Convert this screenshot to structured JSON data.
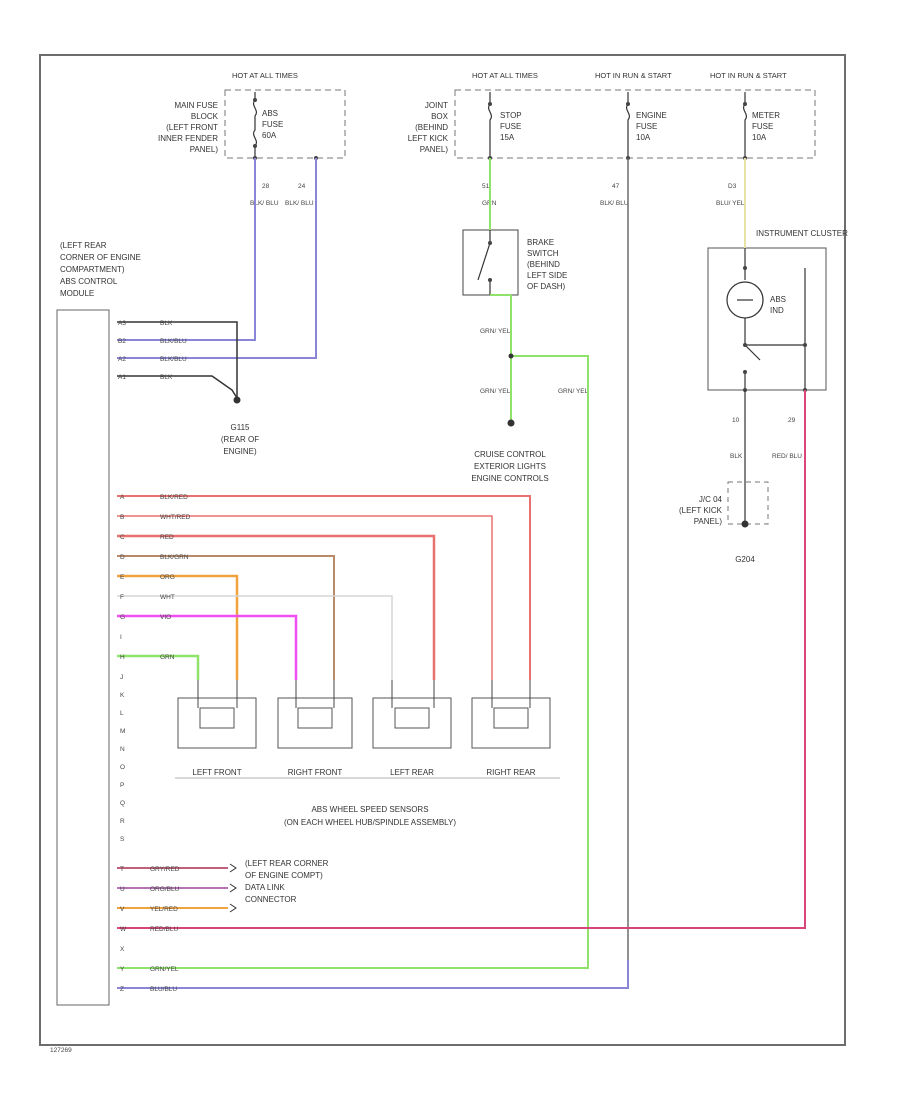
{
  "diagram": {
    "id": "127269",
    "hot_left": "HOT AT ALL TIMES",
    "hot_mid": "HOT AT ALL TIMES",
    "hot_run1": "HOT IN RUN & START",
    "hot_run2": "HOT IN RUN & START",
    "main_fuse_block": [
      "MAIN FUSE",
      "BLOCK",
      "(LEFT FRONT",
      "INNER FENDER",
      "PANEL)"
    ],
    "abs_fuse": [
      "ABS",
      "FUSE",
      "60A"
    ],
    "joint_box": [
      "JOINT",
      "BOX",
      "(BEHIND",
      "LEFT KICK",
      "PANEL)"
    ],
    "stop_fuse": [
      "STOP",
      "FUSE",
      "15A"
    ],
    "engine_fuse": [
      "ENGINE",
      "FUSE",
      "10A"
    ],
    "meter_fuse": [
      "METER",
      "FUSE",
      "10A"
    ],
    "wire_28": "28",
    "wire_24": "24",
    "wire_51": "51",
    "wire_47": "47",
    "wire_D3": "D3",
    "blk_blu": "BLK/ BLU",
    "grn": "GRN",
    "blu_yel": "BLU/ YEL",
    "brake_switch": [
      "BRAKE",
      "SWITCH",
      "(BEHIND",
      "LEFT SIDE",
      "OF DASH)"
    ],
    "grn_yel": "GRN/ YEL",
    "instrument_cluster": "INSTRUMENT CLUSTER",
    "abs_ind": [
      "ABS",
      "IND"
    ],
    "abs_module": [
      "(LEFT REAR",
      "CORNER OF ENGINE",
      "COMPARTMENT)",
      "ABS CONTROL",
      "MODULE"
    ],
    "ground_g115": [
      "G115",
      "(REAR OF",
      "ENGINE)"
    ],
    "cruise": [
      "CRUISE CONTROL",
      "EXTERIOR LIGHTS",
      "ENGINE CONTROLS"
    ],
    "wire_10": "10",
    "wire_29": "29",
    "blk": "BLK",
    "red_blu": "RED/ BLU",
    "ground_g204": [
      "J/C 04",
      "(LEFT KICK",
      "PANEL)"
    ],
    "g204": "G204",
    "sensor_labels": [
      "LEFT FRONT",
      "RIGHT FRONT",
      "LEFT REAR",
      "RIGHT REAR"
    ],
    "sensor_caption": [
      "ABS WHEEL SPEED SENSORS",
      "(ON EACH WHEEL HUB/SPINDLE ASSEMBLY)"
    ],
    "dlc": [
      "(LEFT REAR CORNER",
      "OF ENGINE COMPT)",
      "DATA LINK",
      "CONNECTOR"
    ],
    "pins_top": [
      {
        "pin": "A3",
        "color": "BLK"
      },
      {
        "pin": "B2",
        "color": "BLK/BLU"
      },
      {
        "pin": "A2",
        "color": "BLK/BLU"
      },
      {
        "pin": "A1",
        "color": "BLK"
      }
    ],
    "pins_sensor": [
      {
        "pin": "A",
        "color": "BLK/RED"
      },
      {
        "pin": "B",
        "color": "WHT/RED"
      },
      {
        "pin": "C",
        "color": "RED"
      },
      {
        "pin": "D",
        "color": "BLK/GRN"
      },
      {
        "pin": "E",
        "color": "ORG"
      },
      {
        "pin": "F",
        "color": "WHT"
      },
      {
        "pin": "G",
        "color": "VIO"
      },
      {
        "pin": "H",
        "color": "GRN"
      }
    ],
    "pins_empty": [
      "I",
      "J",
      "K",
      "L",
      "M",
      "N",
      "O",
      "P",
      "Q",
      "R",
      "S"
    ],
    "pins_bottom": [
      {
        "pin": "T",
        "color": "GRY/RED"
      },
      {
        "pin": "U",
        "color": "ORG/BLU"
      },
      {
        "pin": "V",
        "color": "YEL/RED"
      },
      {
        "pin": "W",
        "color": "RED/BLU"
      },
      {
        "pin": "X",
        "color": ""
      },
      {
        "pin": "Y",
        "color": "GRN/YEL"
      },
      {
        "pin": "Z",
        "color": "BLU/BLU"
      }
    ],
    "colors": {
      "frame": "#6d6d6d",
      "blu": "#8a85d6",
      "grn": "#8fe36b",
      "red": "#e8706e",
      "pink": "#d9457a",
      "tan": "#c79a77",
      "orange": "#f0a23c",
      "violet": "#ef4ff0",
      "yellow": "#e6e3a5"
    }
  }
}
